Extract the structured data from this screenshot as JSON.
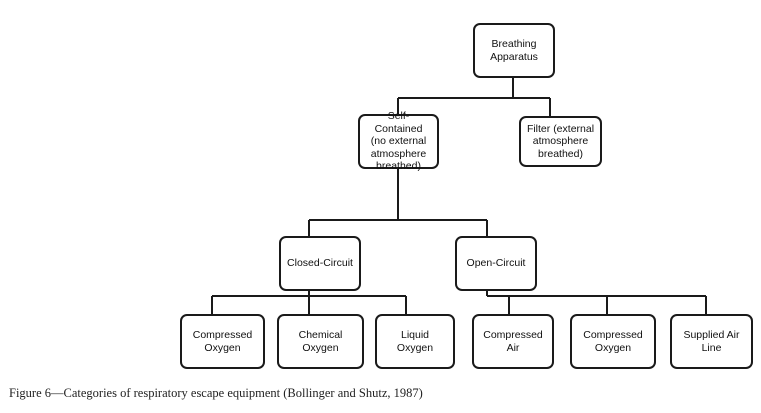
{
  "nodes": {
    "root": "Breathing\nApparatus",
    "self_contained": "Self-Contained\n(no external\natmosphere\nbreathed)",
    "filter": "Filter (external\natmosphere\nbreathed)",
    "closed_circuit": "Closed-Circuit",
    "open_circuit": "Open-Circuit",
    "compressed_oxygen_1": "Compressed\nOxygen",
    "chemical_oxygen": "Chemical\nOxygen",
    "liquid_oxygen": "Liquid\nOxygen",
    "compressed_air": "Compressed\nAir",
    "compressed_oxygen_2": "Compressed\nOxygen",
    "supplied_air_line": "Supplied Air\nLine"
  },
  "caption": "Figure 6—Categories of respiratory escape equipment (Bollinger and Shutz, 1987)",
  "colors": {
    "line": "#1a1a1a",
    "text": "#111111"
  }
}
